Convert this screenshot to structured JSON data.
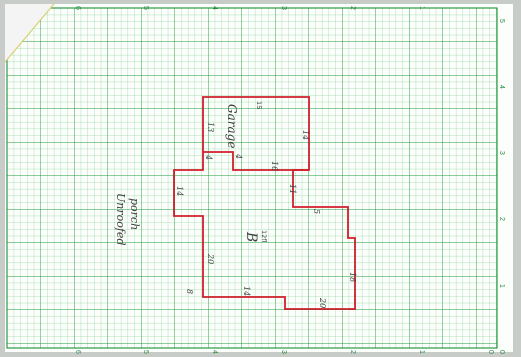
{
  "sheet": {
    "top_ticks": [
      "6",
      "5",
      "4",
      "3",
      "2",
      "1"
    ],
    "bottom_ticks": [
      "6",
      "5",
      "4",
      "3",
      "2",
      "1",
      "0"
    ],
    "right_ticks": [
      "5",
      "4",
      "3",
      "2",
      "1",
      "0"
    ]
  },
  "floorplan": {
    "garage_text": "Garage",
    "garage_number": "15",
    "building_text": "B",
    "building_sub": "12fl",
    "porch_line1": "Unroofed",
    "porch_line2": "porch",
    "dims": {
      "d_left_top": "13",
      "d_right_top": "14",
      "d_inner_a": "4",
      "d_inner_b": "4",
      "d_mid": "16",
      "d_step": "11",
      "d_left": "14",
      "d_right_step": "5",
      "d_center_left": "20",
      "d_bottom_right": "18",
      "d_bottom_mid": "14",
      "d_bottom_right_2": "20",
      "d_far_left": "8"
    }
  },
  "colors": {
    "grid": "#1f9a3b",
    "outline": "#d11f2b",
    "paper": "#ffffff"
  }
}
